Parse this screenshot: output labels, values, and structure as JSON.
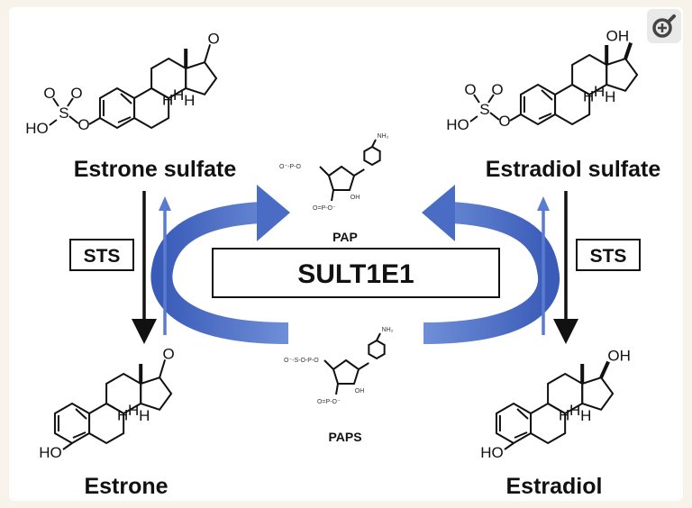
{
  "compounds": {
    "estrone_sulfate": "Estrone sulfate",
    "estradiol_sulfate": "Estradiol sulfate",
    "estrone": "Estrone",
    "estradiol": "Estradiol"
  },
  "enzymes": {
    "sult": "SULT1E1",
    "sts_left": "STS",
    "sts_right": "STS"
  },
  "cofactors": {
    "pap": "PAP",
    "paps": "PAPS"
  },
  "atoms": {
    "H": "H",
    "O": "O",
    "OH": "OH",
    "HO": "HO",
    "S": "S",
    "NH2": "NH₂",
    "N": "N"
  },
  "colors": {
    "arrow_blue": "#4a6cc4",
    "arrow_dark": "#2e4a9a",
    "black": "#111111"
  },
  "icons": {
    "zoom": "zoom-in-icon"
  }
}
